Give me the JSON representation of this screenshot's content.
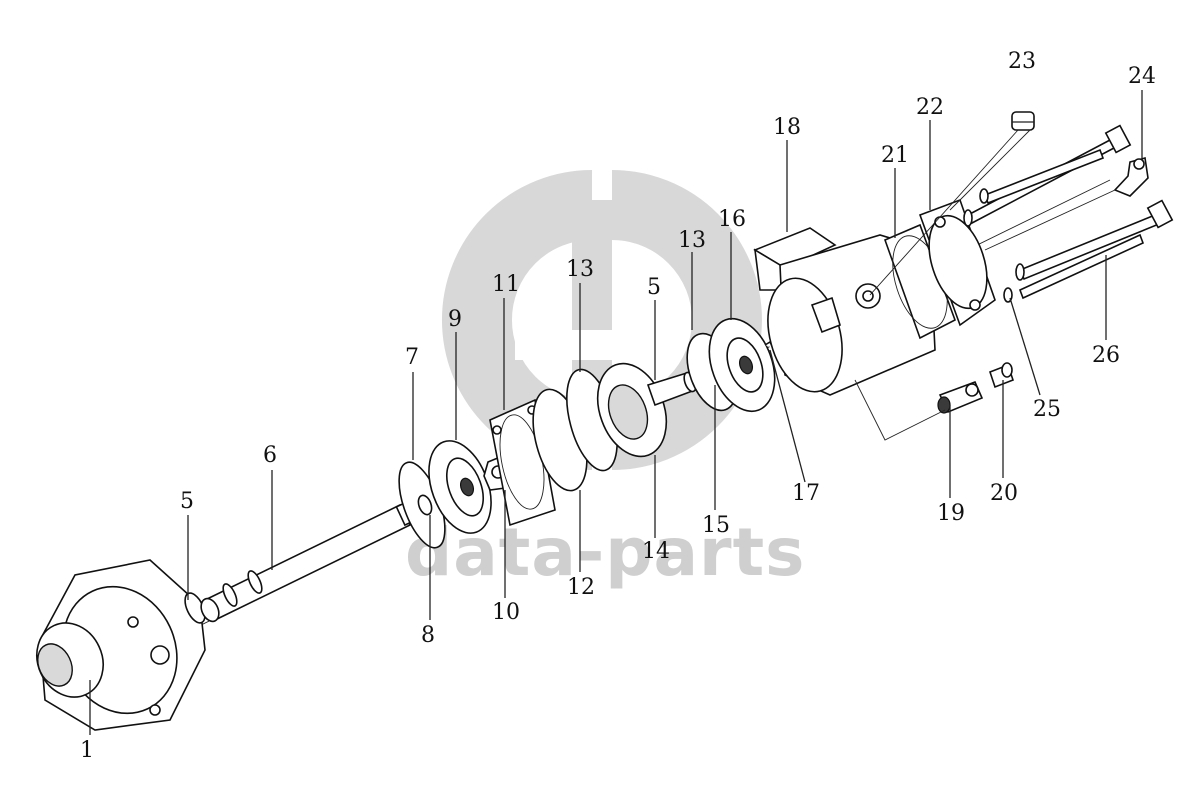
{
  "watermark": {
    "text": "data-parts",
    "color": "#cfcfcf"
  },
  "labels": {
    "p1": "1",
    "p5a": "5",
    "p6": "6",
    "p7": "7",
    "p8": "8",
    "p9": "9",
    "p10": "10",
    "p11": "11",
    "p12": "12",
    "p13a": "13",
    "p14": "14",
    "p5b": "5",
    "p13b": "13",
    "p15": "15",
    "p16": "16",
    "p17": "17",
    "p18": "18",
    "p19": "19",
    "p20": "20",
    "p21": "21",
    "p22": "22",
    "p23": "23",
    "p24": "24",
    "p25": "25",
    "p26": "26"
  }
}
